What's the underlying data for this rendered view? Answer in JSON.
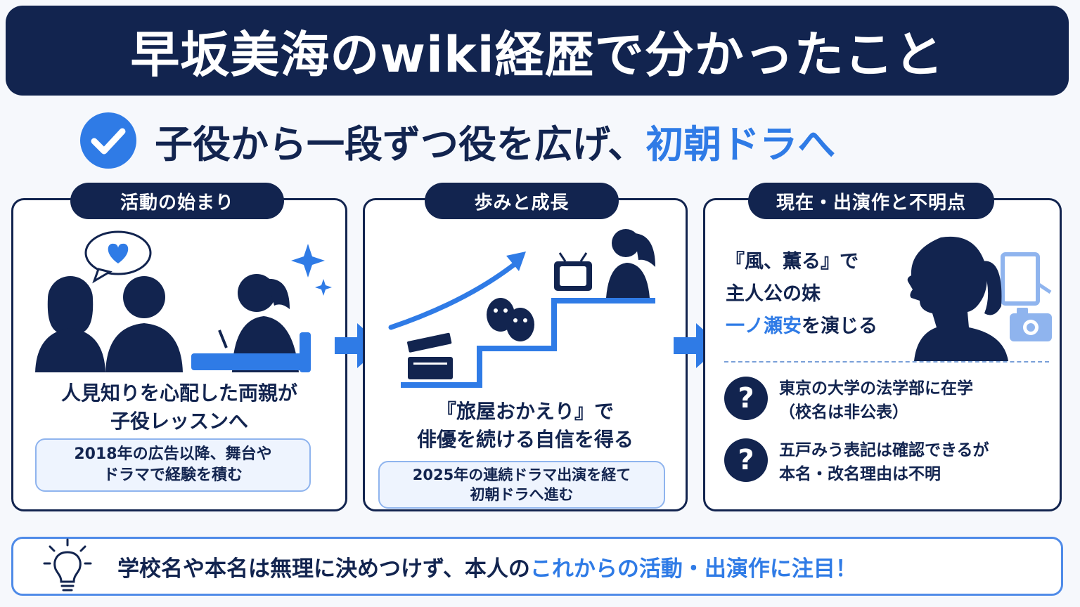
{
  "title": "早坂美海のwiki経歴で分かったこと",
  "subtitle": {
    "main": "子役から一段ずつ役を広げ、",
    "accent": "初朝ドラへ"
  },
  "colors": {
    "navy": "#12244f",
    "accent": "#2f7be6",
    "panel_note": "#eef4fe"
  },
  "panels": [
    {
      "tag": "活動の始まり",
      "main_line1": "人見知りを心配した両親が",
      "main_line2": "子役レッスンへ",
      "note_line1": "2018年の広告以降、舞台や",
      "note_line2": "ドラマで経験を積む",
      "icons": [
        "heart-bubble-icon",
        "parents-icon",
        "studying-girl-icon",
        "sparkle-icon"
      ]
    },
    {
      "tag": "歩みと成長",
      "main_line1": "『旅屋おかえり』で",
      "main_line2": "俳優を続ける自信を得る",
      "note_line1": "2025年の連続ドラマ出演を経て",
      "note_line2": "初朝ドラへ進む",
      "icons": [
        "clapperboard-icon",
        "theater-masks-icon",
        "tv-icon",
        "growth-arrow-icon",
        "stairs-icon"
      ]
    },
    {
      "tag": "現在・出演作と不明点",
      "role_line1": "『風、薫る』で",
      "role_line2": "主人公の妹",
      "role_accent": "一ノ瀬安",
      "role_rest": "を演じる",
      "q1_line1": "東京の大学の法学部に在学",
      "q1_line2": "（校名は非公表）",
      "q2_line1": "五戸みう表記は確認できるが",
      "q2_line2": "本名・改名理由は不明",
      "q_symbol": "?",
      "icons": [
        "profile-silhouette-icon",
        "camera-icon",
        "monitor-icon"
      ]
    }
  ],
  "footer": {
    "main": "学校名や本名は無理に決めつけず、本人の",
    "accent": "これからの活動・出演作に注目！"
  }
}
